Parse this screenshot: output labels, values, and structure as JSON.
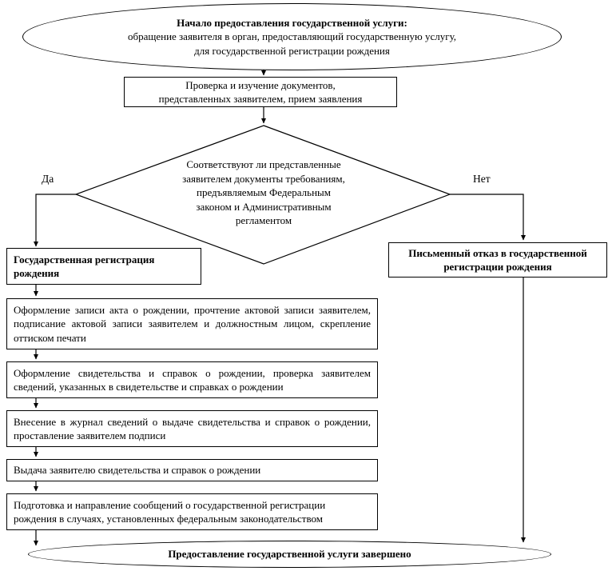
{
  "flow": {
    "start": {
      "line1": "Начало предоставления государственной услуги:",
      "line2": "обращение заявителя в орган, предоставляющий государственную услугу,",
      "line3": "для государственной регистрации рождения"
    },
    "check": {
      "line1": "Проверка и изучение документов,",
      "line2": "представленных заявителем, прием заявления"
    },
    "decision": {
      "lines": [
        "Соответствуют ли представленные",
        "заявителем документы требованиям,",
        "предъявляемым Федеральным",
        "законом и Административным",
        "регламентом"
      ],
      "yes_label": "Да",
      "no_label": "Нет"
    },
    "registration": "Государственная регистрация рождения",
    "refusal": "Письменный отказ в государственной регистрации рождения",
    "steps": [
      "Оформление записи акта о рождении, прочтение актовой записи заявителем, подписание актовой записи заявителем и должностным лицом, скрепление оттиском печати",
      "Оформление свидетельства и справок о рождении, проверка заявителем сведений, указанных в свидетельстве и справках о рождении",
      "Внесение в журнал сведений о выдаче свидетельства и справок о рождении, проставление заявителем подписи",
      "Выдача заявителю свидетельства и справок о рождении",
      "Подготовка и направление сообщений о государственной регистрации рождения в случаях, установленных федеральным законодательством"
    ],
    "end": "Предоставление государственной услуги завершено"
  },
  "colors": {
    "stroke": "#000000",
    "background": "#ffffff"
  }
}
